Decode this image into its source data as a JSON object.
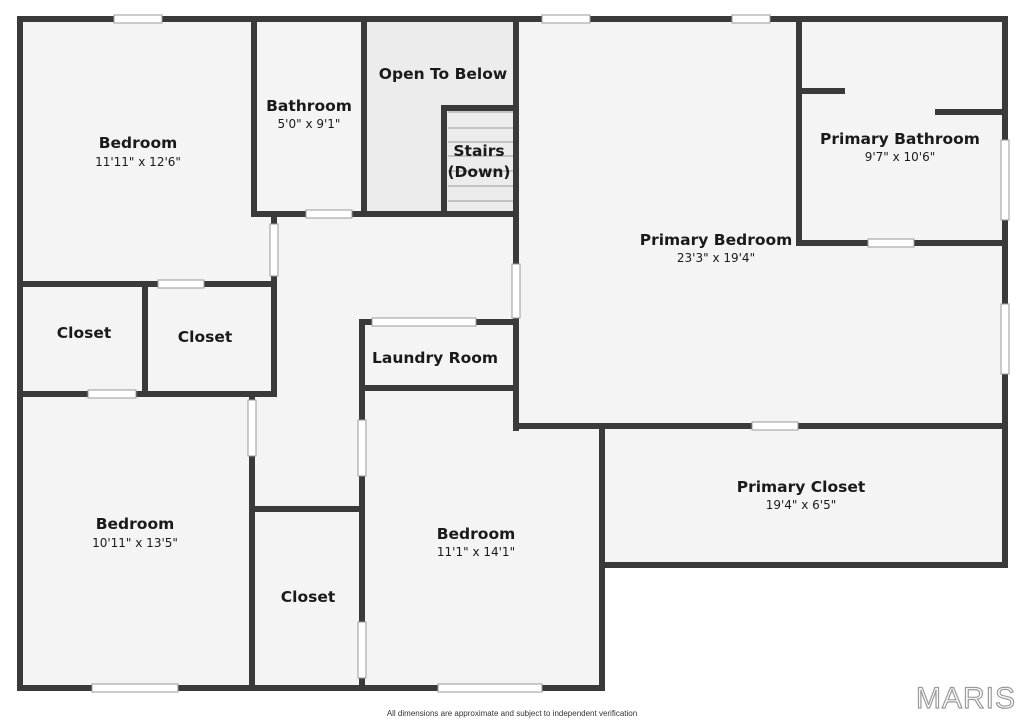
{
  "rooms": {
    "bedroom_nw": {
      "name": "Bedroom",
      "dims": "11'11\" x 12'6\""
    },
    "bathroom": {
      "name": "Bathroom",
      "dims": "5'0\" x 9'1\""
    },
    "open_to_below": {
      "name": "Open To Below"
    },
    "stairs_line1": "Stairs",
    "stairs_line2": "(Down)",
    "primary_bathroom": {
      "name": "Primary Bathroom",
      "dims": "9'7\" x 10'6\""
    },
    "primary_bedroom": {
      "name": "Primary Bedroom",
      "dims": "23'3\" x 19'4\""
    },
    "closet_1": {
      "name": "Closet"
    },
    "closet_2": {
      "name": "Closet"
    },
    "laundry": {
      "name": "Laundry Room"
    },
    "primary_closet": {
      "name": "Primary Closet",
      "dims": "19'4\" x 6'5\""
    },
    "bedroom_sw": {
      "name": "Bedroom",
      "dims": "10'11\" x 13'5\""
    },
    "bedroom_s": {
      "name": "Bedroom",
      "dims": "11'1\" x 14'1\""
    },
    "closet_3": {
      "name": "Closet"
    }
  },
  "footer": {
    "disclaimer": "All dimensions are approximate and subject to independent verification",
    "brand": "MARIS"
  },
  "colors": {
    "wall": "#3a3a3a",
    "floor": "#f4f4f4",
    "open_area": "#ededed"
  }
}
